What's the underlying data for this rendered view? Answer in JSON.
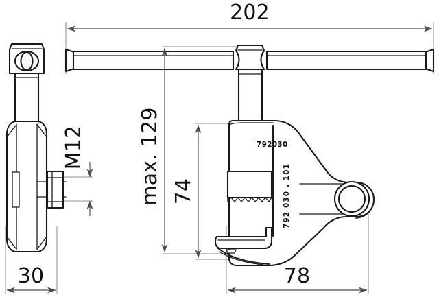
{
  "drawing": {
    "title": "Screw clamp technical drawing",
    "background_color": "#ffffff",
    "line_color": "#1a1a1a",
    "dimension_color": "#4d4d4d",
    "extension_color": "#8c8c8c",
    "units": "mm"
  },
  "dimensions": {
    "overall_width": {
      "label": "202",
      "name": "handle-overall-length"
    },
    "max_height": {
      "label": "max. 129",
      "name": "maximum-height"
    },
    "body_height": {
      "label": "74",
      "name": "clamp-body-height"
    },
    "body_width": {
      "label": "78",
      "name": "clamp-body-width"
    },
    "side_width": {
      "label": "30",
      "name": "clamp-side-width"
    },
    "thread": {
      "label": "M12",
      "name": "thread-designation"
    }
  },
  "markings": {
    "part_number_horizontal": "792030",
    "part_number_vertical": "792 030 . 101"
  },
  "views": {
    "side_view_name": "side-view",
    "front_view_name": "front-view"
  }
}
